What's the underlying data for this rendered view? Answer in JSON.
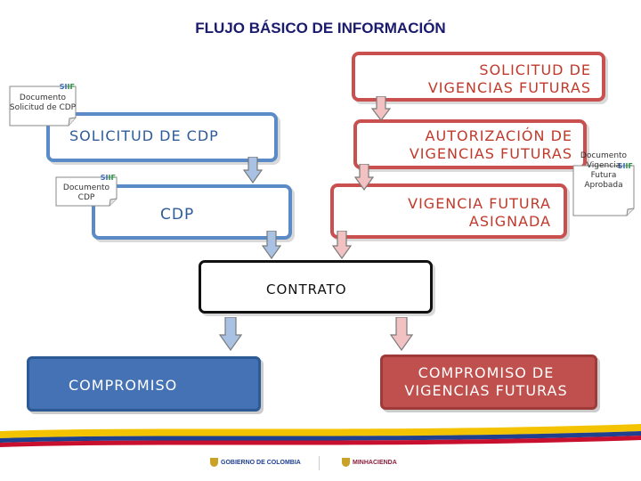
{
  "title": "FLUJO BÁSICO DE INFORMACIÓN",
  "boxes": {
    "solicitud_vf": {
      "line1": "SOLICITUD DE",
      "line2": "VIGENCIAS FUTURAS"
    },
    "solicitud_cdp": {
      "text": "SOLICITUD DE CDP"
    },
    "autorizacion_vf": {
      "line1": "AUTORIZACIÓN DE",
      "line2": "VIGENCIAS FUTURAS"
    },
    "cdp": {
      "text": "CDP"
    },
    "vigencia_asignada": {
      "line1": "VIGENCIA FUTURA",
      "line2": "ASIGNADA"
    },
    "contrato": {
      "text": "CONTRATO"
    },
    "compromiso": {
      "text": "COMPROMISO"
    },
    "compromiso_vf": {
      "line1": "COMPROMISO DE",
      "line2": "VIGENCIAS FUTURAS"
    }
  },
  "documents": {
    "doc_solicitud_cdp": {
      "line1": "Documento",
      "line2": "Solicitud de CDP"
    },
    "doc_cdp": {
      "line1": "Documento",
      "line2": "CDP"
    },
    "doc_vigencia": {
      "line1": "Documento",
      "line2": "Vigencia Futura",
      "line3": "Aprobada"
    }
  },
  "doc_badge": {
    "part1": "SI",
    "part2": "IF"
  },
  "footer": {
    "logo1": "GOBIERNO DE COLOMBIA",
    "logo2": "MINHACIENDA"
  },
  "colors": {
    "blue": "#5b8bc6",
    "red": "#c9504f",
    "flag_yellow": "#f4c300",
    "flag_blue": "#1f3f8f",
    "flag_red": "#c8102e"
  }
}
